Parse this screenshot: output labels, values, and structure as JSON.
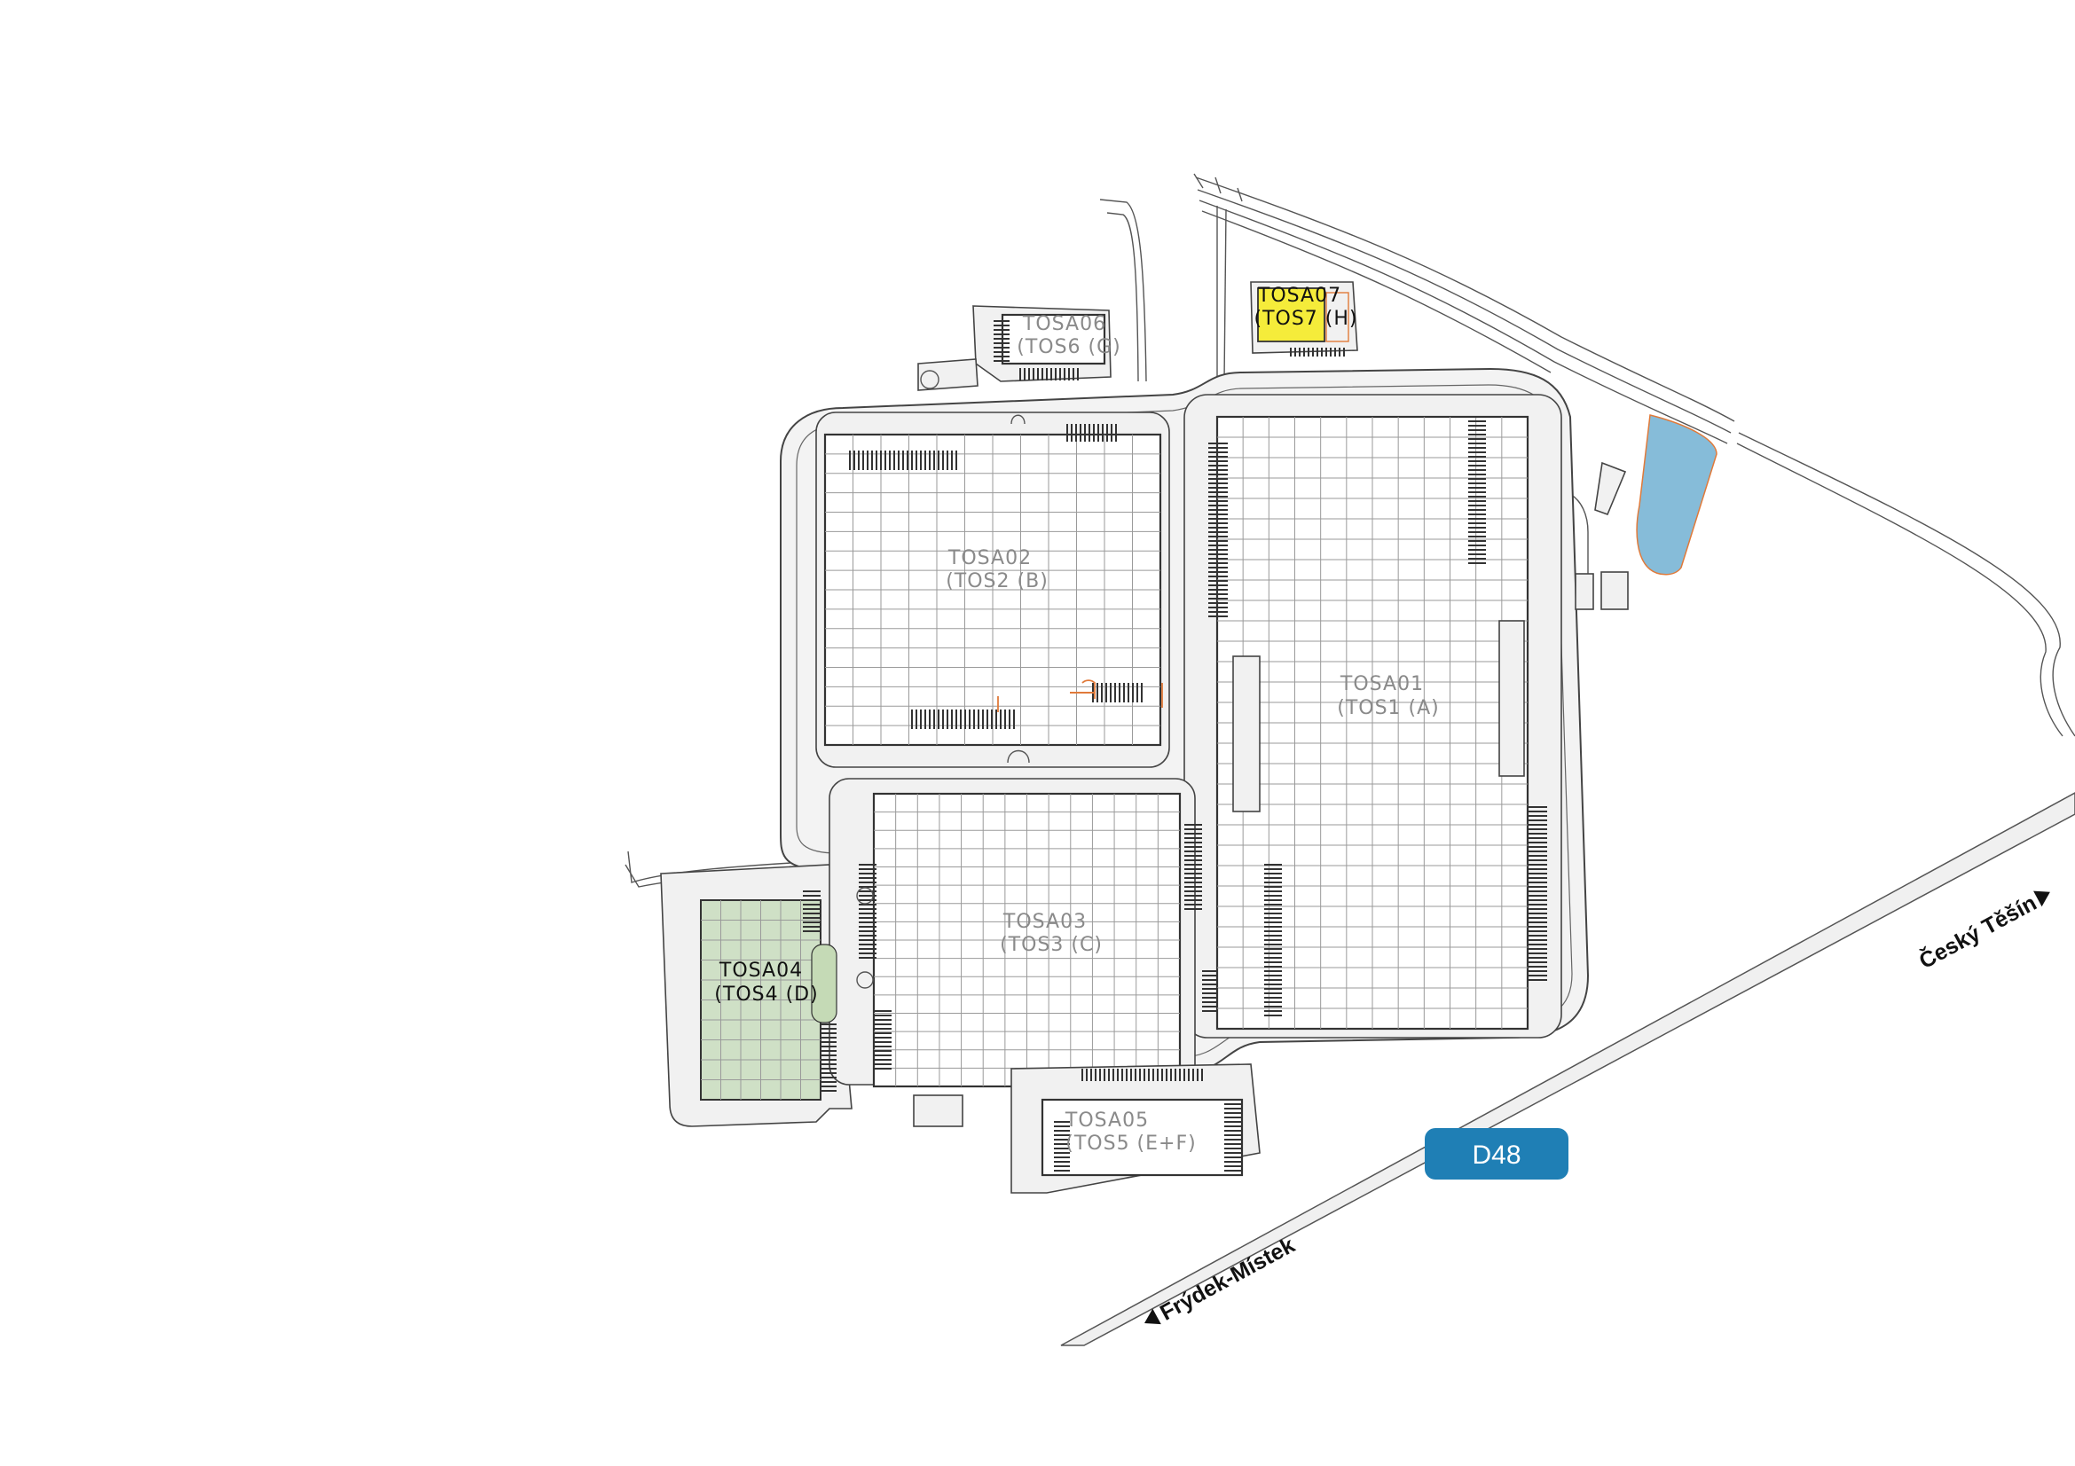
{
  "map": {
    "highway": {
      "badge": "D48",
      "badge_color": "#1f7fb5",
      "direction_west": "Frýdek-Místek",
      "direction_east": "Český Těšín"
    },
    "buildings": [
      {
        "id": "tosa01",
        "code": "TOSA01",
        "sub": "(TOS1 (A)",
        "fill": "none"
      },
      {
        "id": "tosa02",
        "code": "TOSA02",
        "sub": "(TOS2 (B)",
        "fill": "none"
      },
      {
        "id": "tosa03",
        "code": "TOSA03",
        "sub": "(TOS3 (C)",
        "fill": "none"
      },
      {
        "id": "tosa04",
        "code": "TOSA04",
        "sub": "(TOS4 (D)",
        "fill": "#cfe0c6"
      },
      {
        "id": "tosa05",
        "code": "TOSA05",
        "sub": "(TOS5 (E+F)",
        "fill": "none"
      },
      {
        "id": "tosa06",
        "code": "TOSA06",
        "sub": "(TOS6 (G)",
        "fill": "none"
      },
      {
        "id": "tosa07",
        "code": "TOSA07",
        "sub": "(TOS7 (H)",
        "fill": "#f5ec3a"
      }
    ],
    "pond_color": "#86bcd9"
  }
}
